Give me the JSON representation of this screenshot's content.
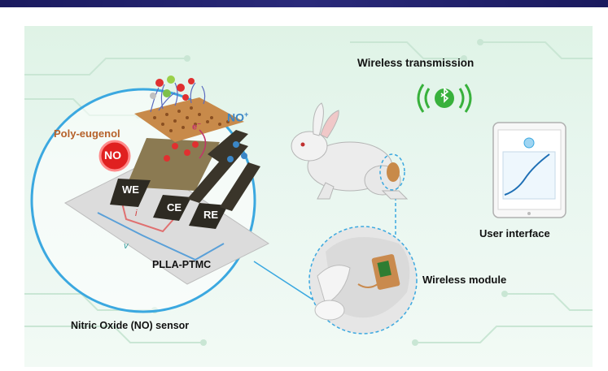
{
  "labels": {
    "wireless_transmission": "Wireless transmission",
    "user_interface": "User interface",
    "wireless_module": "Wireless module",
    "nitric_oxide_sensor": "Nitric Oxide (NO) sensor",
    "substrate": "PLLA-PTMC",
    "coating": "Poly-eugenol",
    "no_plus": "NO",
    "no_plus_charge": "+",
    "no_badge": "NO",
    "electron": "e",
    "electron_charge": "−",
    "current": "i",
    "voltage": "v",
    "we": "WE",
    "ce": "CE",
    "re": "RE"
  },
  "icons": [
    "bluetooth-icon",
    "tablet-icon",
    "rabbit-image",
    "knee-joint-image"
  ],
  "colors": {
    "header_bar": "#1f1f6b",
    "panel_bg": "#e3f4e9",
    "circle_stroke": "#3ba8e0",
    "bluetooth_green": "#38b13c",
    "no_badge_red": "#e02020",
    "poly_eugenol_orange": "#b6612a",
    "no_plus_blue": "#3b86c6"
  }
}
